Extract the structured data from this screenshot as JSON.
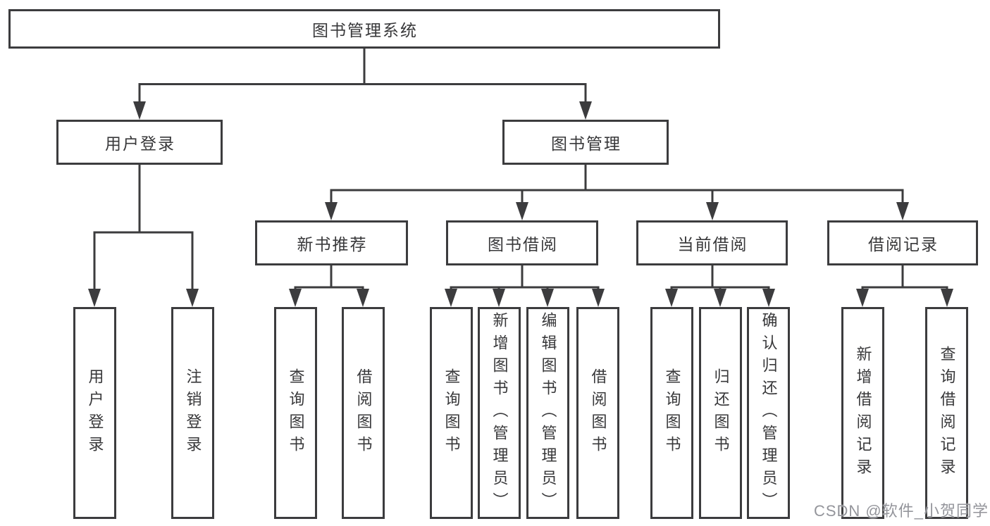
{
  "tree": {
    "label": "图书管理系统",
    "children": [
      {
        "label": "用户登录",
        "children": [
          {
            "label": "用户登录"
          },
          {
            "label": "注销登录"
          }
        ]
      },
      {
        "label": "图书管理",
        "children": [
          {
            "label": "新书推荐",
            "children": [
              {
                "label": "查询图书"
              },
              {
                "label": "借阅图书"
              }
            ]
          },
          {
            "label": "图书借阅",
            "children": [
              {
                "label": "查询图书"
              },
              {
                "label": "新增图书（管理员）"
              },
              {
                "label": "编辑图书（管理员）"
              },
              {
                "label": "借阅图书"
              }
            ]
          },
          {
            "label": "当前借阅",
            "children": [
              {
                "label": "查询图书"
              },
              {
                "label": "归还图书"
              },
              {
                "label": "确认归还（管理员）"
              }
            ]
          },
          {
            "label": "借阅记录",
            "children": [
              {
                "label": "新增借阅记录"
              },
              {
                "label": "查询借阅记录"
              }
            ]
          }
        ]
      }
    ]
  },
  "watermark": "CSDN @软件_小贺同学",
  "colors": {
    "line": "#3c3c3e",
    "background": "#ffffff",
    "watermark": "#94959b",
    "text": "#38383a"
  }
}
